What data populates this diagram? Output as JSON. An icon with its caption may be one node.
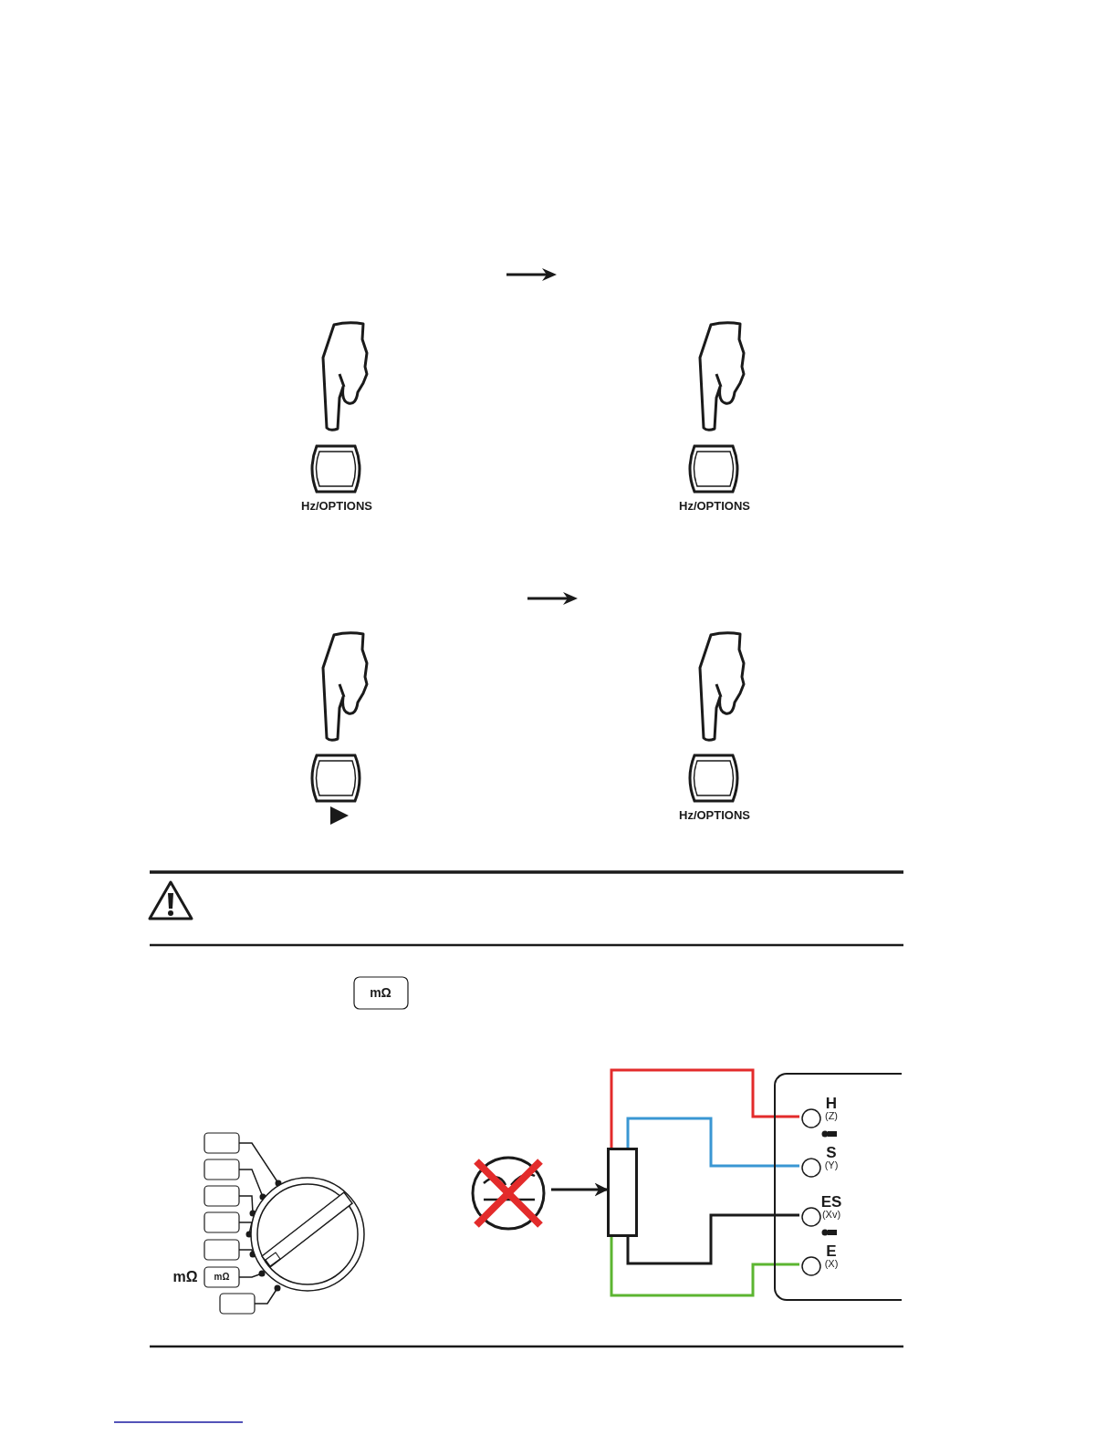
{
  "diagram": {
    "nodes": [
      {
        "text": [],
        "shape": "circle"
      },
      {
        "text": [],
        "shape": "box"
      },
      {
        "text": [],
        "shape": "box"
      },
      {
        "text": [],
        "shape": "circle",
        "beside": [
          "H",
          "(Z)"
        ],
        "in": 2
      },
      {
        "text": [],
        "shape": "circle",
        "beside": [
          "S",
          "(Y)"
        ],
        "in": 2
      },
      {
        "text": [],
        "shape": "circle",
        "beside": [
          "ES",
          "(Xv)"
        ],
        "in": 2
      },
      {
        "text": [],
        "shape": "circle",
        "beside": [
          "E",
          "(X)"
        ],
        "in": 2
      }
    ],
    "edges": [
      {
        "from": 0,
        "to": 1,
        "arrow": "to"
      },
      {
        "from": 1,
        "to": 3,
        "arrow": "none",
        "color": "#e32b2b"
      },
      {
        "from": 1,
        "to": 4,
        "arrow": "none",
        "color": "#3a97d3"
      },
      {
        "from": 1,
        "to": 5,
        "arrow": "none"
      },
      {
        "from": 1,
        "to": 6,
        "arrow": "none",
        "color": "#5cb531"
      }
    ],
    "labels": [
      "Hz/OPTIONS",
      "Hz/OPTIONS",
      "Hz/OPTIONS",
      "mΩ",
      "mΩ",
      "mΩ"
    ]
  }
}
